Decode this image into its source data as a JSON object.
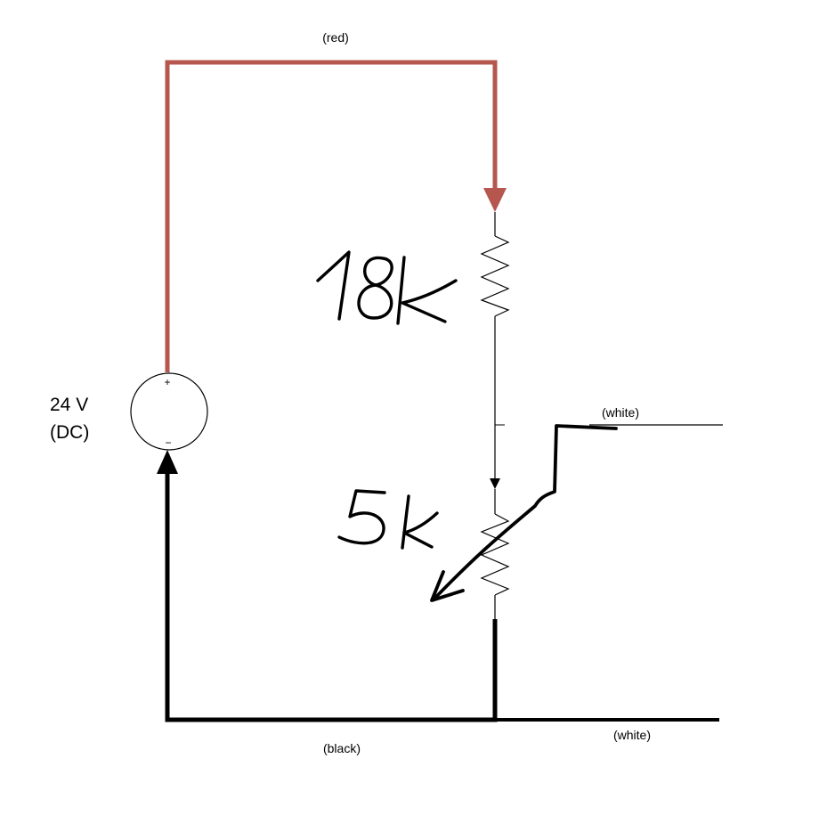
{
  "diagram": {
    "wire_labels": {
      "top": "(red)",
      "bottom": "(black)",
      "wiper_out": "(white)",
      "ground_out": "(white)"
    },
    "source": {
      "voltage": "24 V",
      "type": "(DC)",
      "plus": "+",
      "minus": "−"
    },
    "resistors": {
      "fixed": "18k",
      "pot": "5k"
    },
    "colors": {
      "red_wire": "#b5564f",
      "black_wire": "#000000",
      "background": "#ffffff"
    }
  }
}
